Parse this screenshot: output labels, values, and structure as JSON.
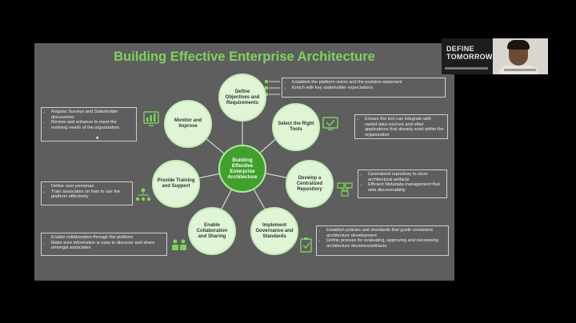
{
  "slide": {
    "title": "Building Effective Enterprise Architecture",
    "center": "Building Effective Enterprise Architecture",
    "nodes": {
      "define": "Define Objectives and Requirements",
      "select": "Select the Right Tools",
      "develop": "Develop a Centralized Repository",
      "implement": "Implement Governance and Standards",
      "enable": "Enable Collaboration and Sharing",
      "provide": "Provide Training and Support",
      "monitor": "Monitor and Improve"
    },
    "boxes": {
      "define": [
        "Establish the platform vision  and the problem statement",
        "Enrich with key stakeholder expectations"
      ],
      "select": [
        "Ensure the tool can integrate with varied data sources and other applications that already exist within the organization"
      ],
      "develop": [
        "Centralized repository to store architectural artifacts",
        "Efficient Metadata management that aids discoverability"
      ],
      "implement": [
        "Establish policies and standards that guide consistent architecture development",
        "Define process for evaluating, approving and overseeing architecture decisions/artifacts"
      ],
      "enable": [
        "Enable collaboration through the platform",
        "Make sure information is easy to discover and share amongst associates"
      ],
      "provide": [
        "Define user personas",
        "Train associates on how to use the platform effectively"
      ],
      "monitor": [
        "Regular Surveys and Stakeholder discussions",
        "Review and enhance to meet the evolving needs of the organization."
      ]
    }
  },
  "video": {
    "line1": "DEFINE",
    "line2": "TOMORROW"
  },
  "colors": {
    "title_green": "#7dd35a",
    "center_green": "#3fa12b",
    "node_fill": "#dff5d6",
    "slide_bg": "#5e5e5e"
  }
}
